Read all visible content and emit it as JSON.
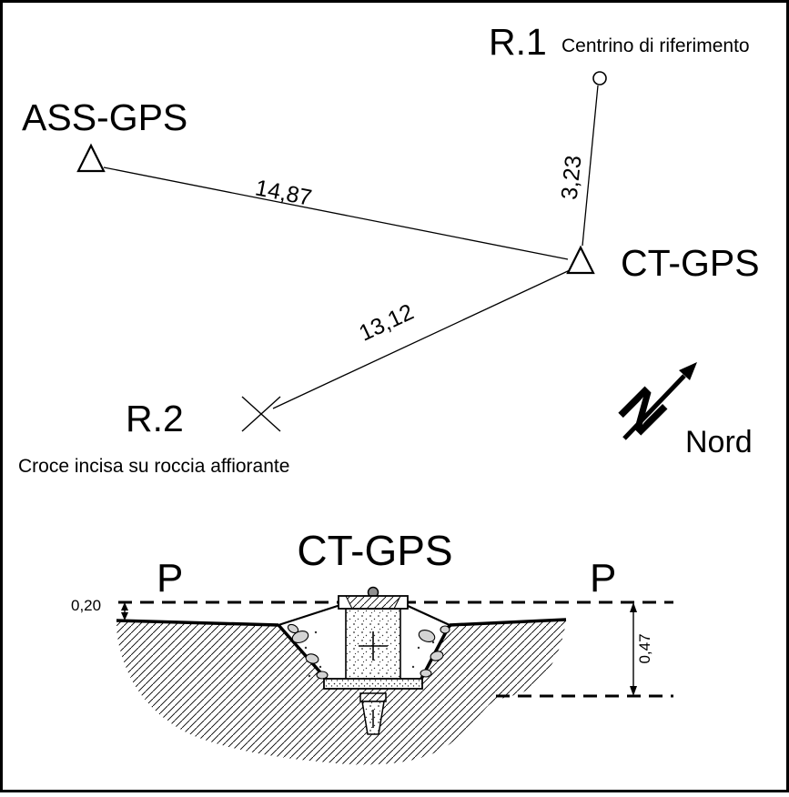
{
  "plan": {
    "ass_gps": {
      "label": "ASS-GPS"
    },
    "r1": {
      "label": "R.1",
      "description": "Centrino di riferimento"
    },
    "ct_gps": {
      "label": "CT-GPS"
    },
    "r2": {
      "label": "R.2",
      "description": "Croce incisa su roccia affiorante"
    },
    "north": {
      "label": "Nord",
      "symbol": "N"
    },
    "distances": {
      "ass_to_ct": "14,87",
      "r1_to_ct": "3,23",
      "ct_to_r2": "13,12"
    }
  },
  "section": {
    "title": "CT-GPS",
    "plane_left": "P",
    "plane_right": "P",
    "depth_top": "0,20",
    "depth_bottom": "0,47"
  },
  "colors": {
    "ink": "#000000",
    "stone": "#d4d4d4",
    "dome": "#909090"
  }
}
